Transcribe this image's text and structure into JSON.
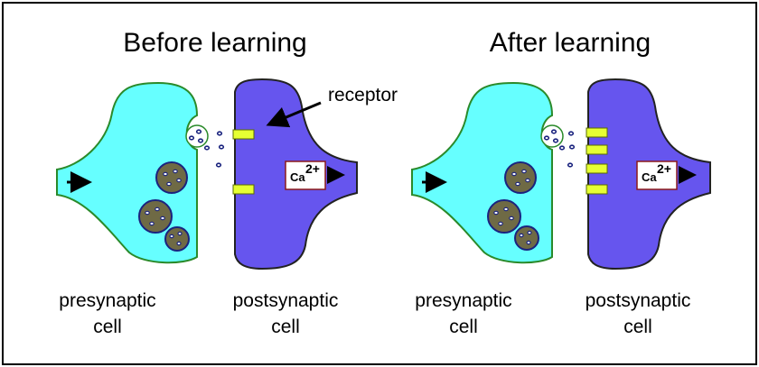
{
  "colors": {
    "presynaptic_fill": "#66ffff",
    "presynaptic_stroke": "#2a8a2a",
    "postsynaptic_fill": "#6655ee",
    "postsynaptic_stroke": "#222222",
    "receptor_fill": "#e6ff33",
    "vesicle_fill": "#6f6a45",
    "ca_box_stroke": "#8b1a1a"
  },
  "panels": [
    {
      "title": "Before learning",
      "presynaptic_label_line1": "presynaptic",
      "presynaptic_label_line2": "cell",
      "postsynaptic_label_line1": "postsynaptic",
      "postsynaptic_label_line2": "cell",
      "ion_symbol": "Ca",
      "ion_charge": "2+",
      "receptor_count": 2
    },
    {
      "title": "After learning",
      "presynaptic_label_line1": "presynaptic",
      "presynaptic_label_line2": "cell",
      "postsynaptic_label_line1": "postsynaptic",
      "postsynaptic_label_line2": "cell",
      "ion_symbol": "Ca",
      "ion_charge": "2+",
      "receptor_count": 4
    }
  ],
  "callout": {
    "receptor_label": "receptor"
  }
}
